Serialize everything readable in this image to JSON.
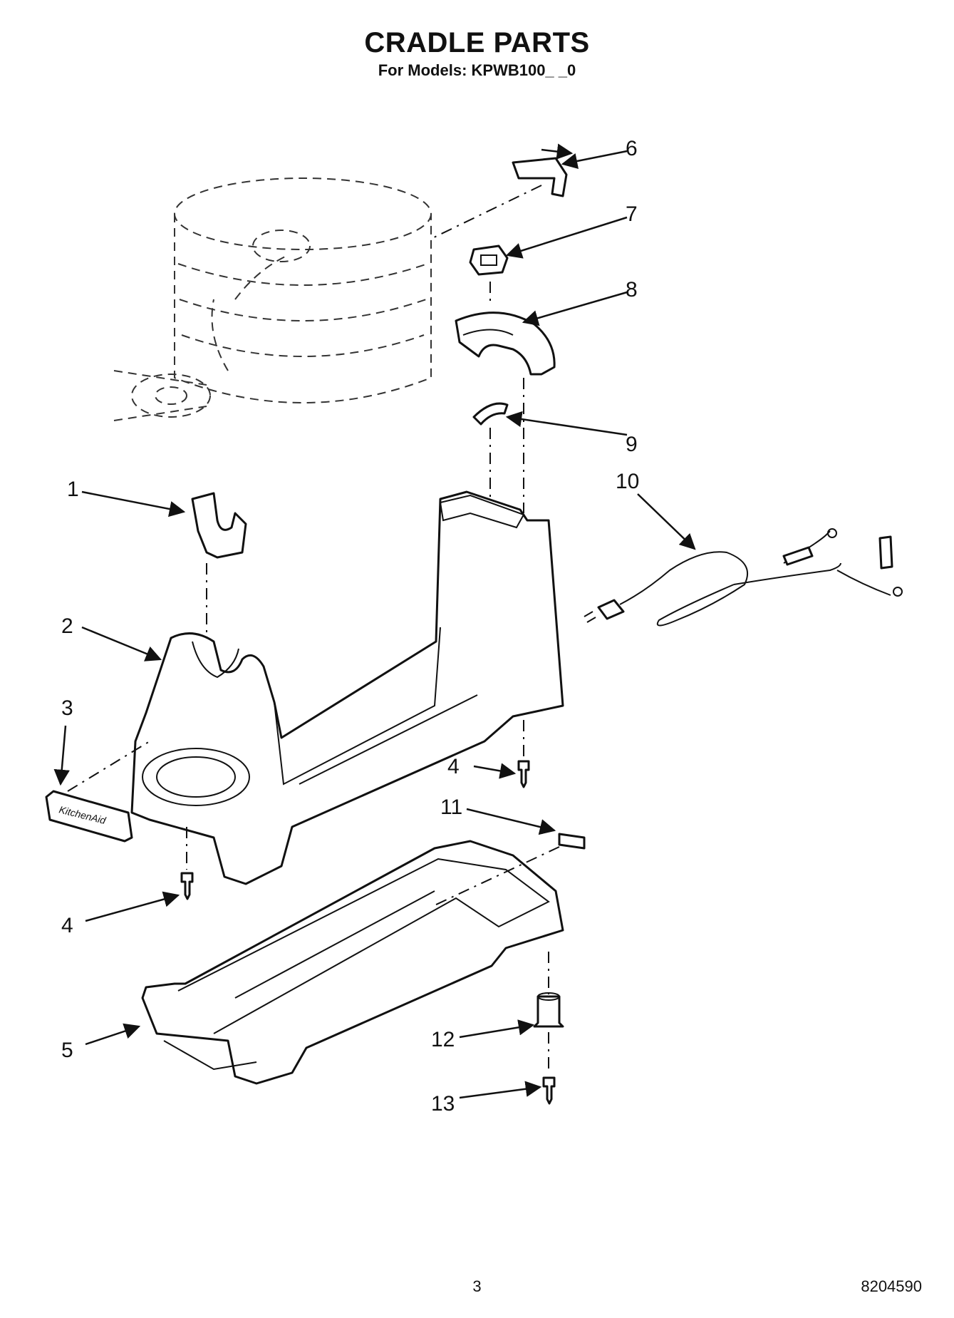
{
  "header": {
    "title": "CRADLE PARTS",
    "subtitle": "For Models: KPWB100_ _0"
  },
  "callouts": [
    "1",
    "2",
    "3",
    "4",
    "4",
    "5",
    "6",
    "7",
    "8",
    "9",
    "10",
    "11",
    "12",
    "13"
  ],
  "badge_text": "KitchenAid",
  "footer": {
    "page_number": "3",
    "document_number": "8204590"
  }
}
